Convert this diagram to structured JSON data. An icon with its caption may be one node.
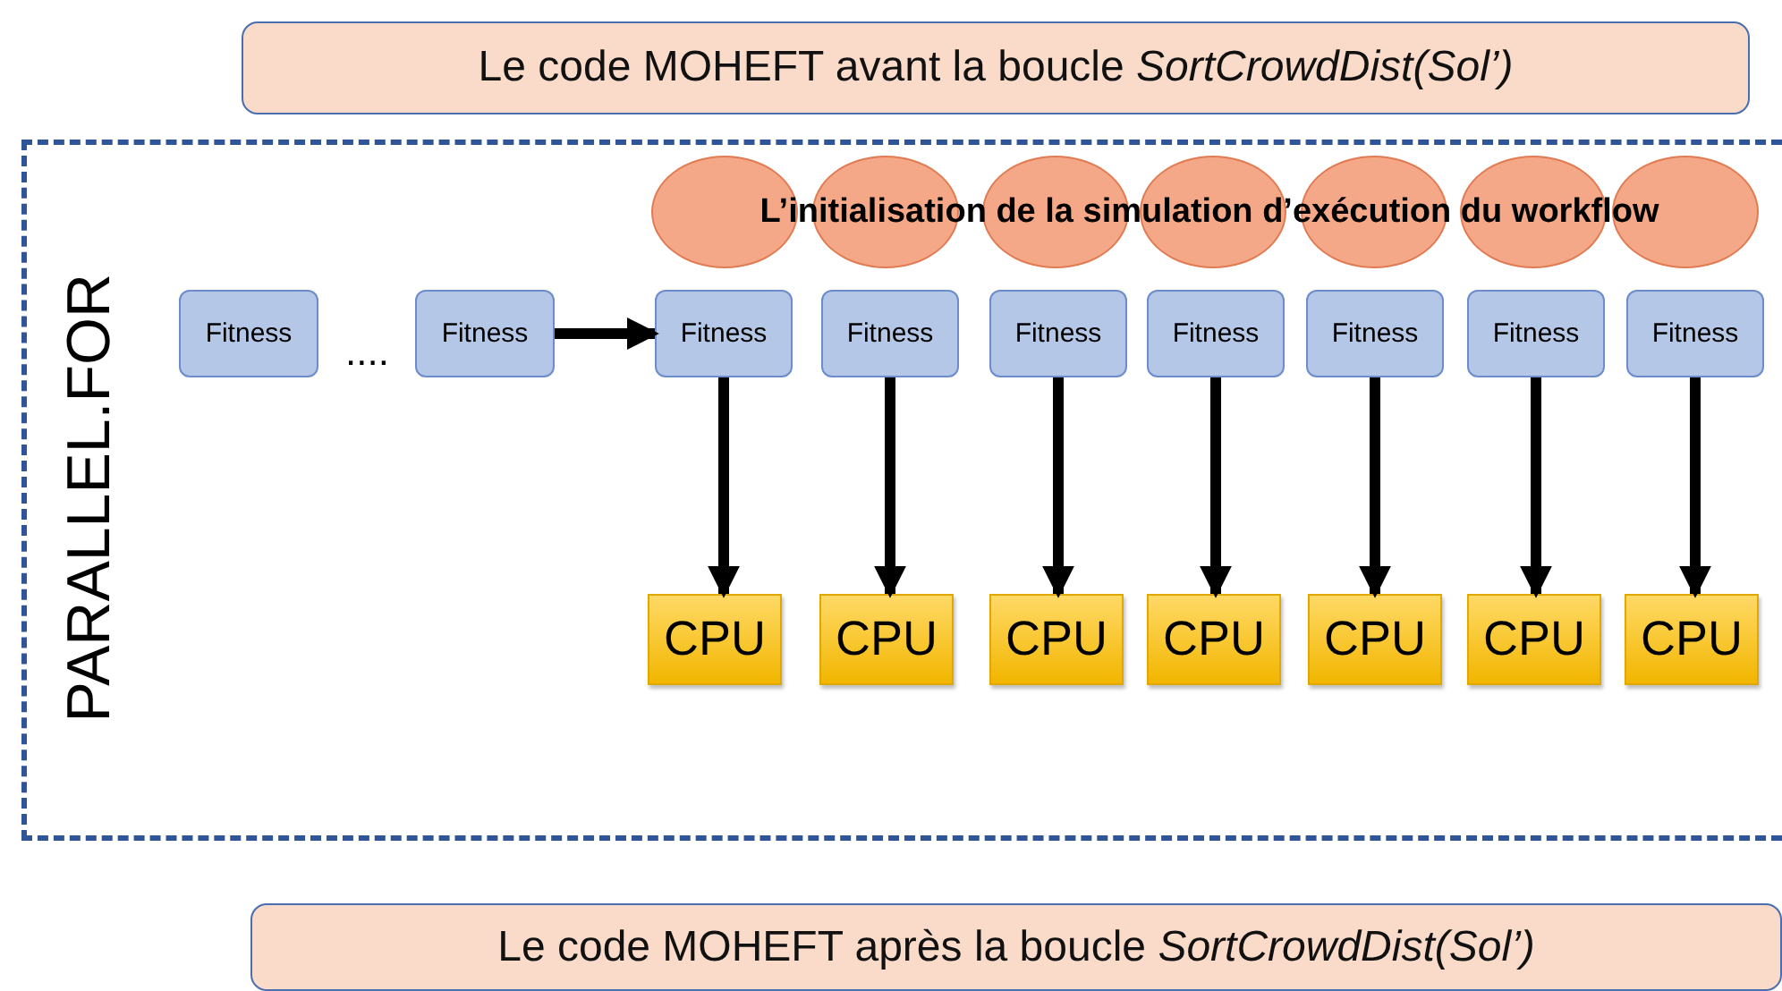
{
  "diagram": {
    "nodes": [
      {
        "text": [
          "Le code MOHEFT avant la boucle *SortCrowdDist(Sol’)*"
        ]
      },
      {
        "text": [
          "PARALLEL.FOR"
        ]
      },
      {
        "text": [],
        "shape": "circle",
        "in": 1
      },
      {
        "text": [],
        "shape": "circle",
        "in": 1
      },
      {
        "text": [],
        "shape": "circle",
        "in": 1
      },
      {
        "text": [],
        "shape": "circle",
        "in": 1
      },
      {
        "text": [],
        "shape": "circle",
        "in": 1
      },
      {
        "text": [],
        "shape": "circle",
        "in": 1
      },
      {
        "text": [],
        "shape": "circle",
        "in": 1
      },
      {
        "text": [
          "Fitness"
        ],
        "in": 1
      },
      {
        "text": [
          "Fitness"
        ],
        "in": 1
      },
      {
        "text": [
          "Fitness"
        ],
        "in": 1
      },
      {
        "text": [
          "Fitness"
        ],
        "in": 1
      },
      {
        "text": [
          "Fitness"
        ],
        "in": 1
      },
      {
        "text": [
          "Fitness"
        ],
        "in": 1
      },
      {
        "text": [
          "Fitness"
        ],
        "in": 1
      },
      {
        "text": [
          "Fitness"
        ],
        "in": 1
      },
      {
        "text": [
          "Fitness"
        ],
        "in": 1
      },
      {
        "text": [
          "CPU"
        ],
        "in": 1
      },
      {
        "text": [
          "CPU"
        ],
        "in": 1
      },
      {
        "text": [
          "CPU"
        ],
        "in": 1
      },
      {
        "text": [
          "CPU"
        ],
        "in": 1
      },
      {
        "text": [
          "CPU"
        ],
        "in": 1
      },
      {
        "text": [
          "CPU"
        ],
        "in": 1
      },
      {
        "text": [
          "CPU"
        ],
        "in": 1
      },
      {
        "text": [
          "Le code MOHEFT après la boucle *SortCrowdDist(Sol’)*"
        ]
      }
    ],
    "edges": [
      {
        "from": 10,
        "to": 11,
        "arrow": "to"
      },
      {
        "from": 11,
        "to": 18,
        "arrow": "to"
      },
      {
        "from": 12,
        "to": 19,
        "arrow": "to"
      },
      {
        "from": 13,
        "to": 20,
        "arrow": "to"
      },
      {
        "from": 14,
        "to": 21,
        "arrow": "to"
      },
      {
        "from": 15,
        "to": 22,
        "arrow": "to"
      },
      {
        "from": 16,
        "to": 23,
        "arrow": "to"
      },
      {
        "from": 17,
        "to": 24,
        "arrow": "to"
      }
    ],
    "labels": [
      "L’initialisation de la simulation d’exécution du workflow",
      "...."
    ]
  }
}
